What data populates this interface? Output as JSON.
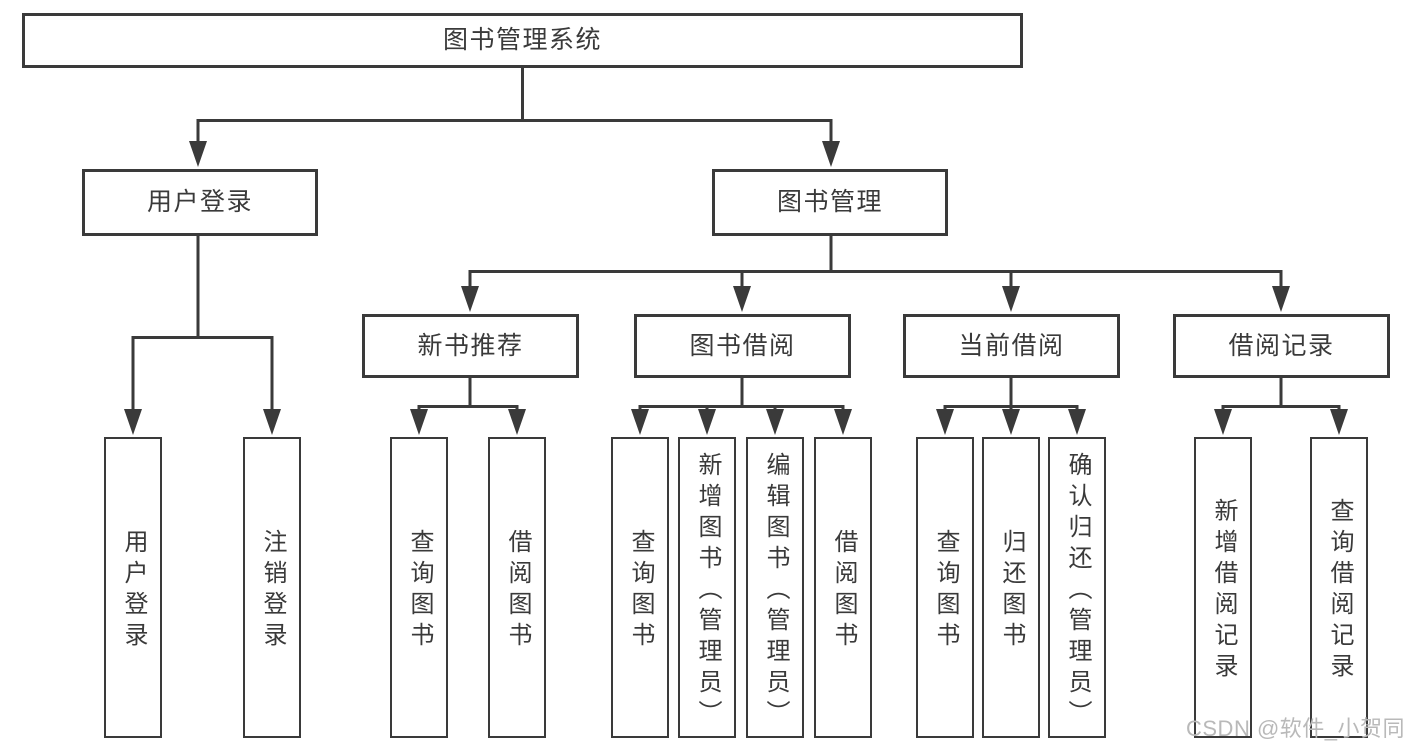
{
  "tree": {
    "root": "图书管理系统",
    "branches": [
      {
        "label": "用户登录",
        "children": [
          "用户登录",
          "注销登录"
        ]
      },
      {
        "label": "图书管理",
        "groups": [
          {
            "label": "新书推荐",
            "children": [
              "查询图书",
              "借阅图书"
            ]
          },
          {
            "label": "图书借阅",
            "children": [
              "查询图书",
              "新增图书（管理员）",
              "编辑图书（管理员）",
              "借阅图书"
            ]
          },
          {
            "label": "当前借阅",
            "children": [
              "查询图书",
              "归还图书",
              "确认归还（管理员）"
            ]
          },
          {
            "label": "借阅记录",
            "children": [
              "新增借阅记录",
              "查询借阅记录"
            ]
          }
        ]
      }
    ]
  },
  "watermark": "CSDN @软件_小贺同学",
  "colors": {
    "line": "#3a3a3a",
    "text": "#3a3a3a",
    "box_background": "#ffffff",
    "watermark": "#b9b9b9",
    "background": "#ffffff"
  }
}
